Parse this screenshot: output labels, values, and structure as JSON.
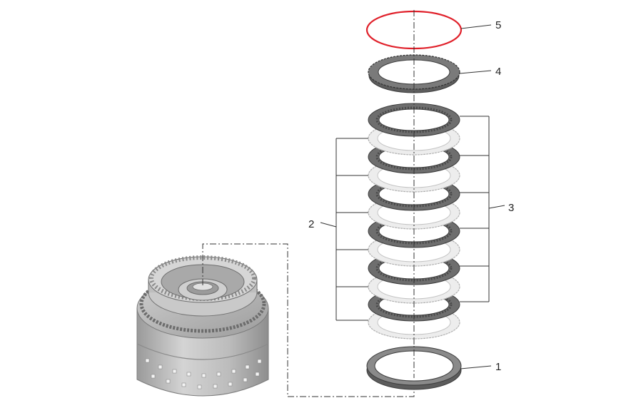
{
  "callouts": [
    {
      "id": "1",
      "label": "1"
    },
    {
      "id": "2",
      "label": "2"
    },
    {
      "id": "3",
      "label": "3"
    },
    {
      "id": "4",
      "label": "4"
    },
    {
      "id": "5",
      "label": "5"
    }
  ],
  "colors": {
    "snap_ring": "#e0202a",
    "friction_plate": "#6e6e6e",
    "steel_plate": "#e8e8e8",
    "housing": "#b8b8b8",
    "leader": "#333333"
  },
  "icons": [
    "clutch-housing-icon",
    "snap-ring-icon",
    "pressure-plate-icon",
    "friction-plate-icon",
    "steel-plate-icon",
    "piston-ring-icon"
  ]
}
